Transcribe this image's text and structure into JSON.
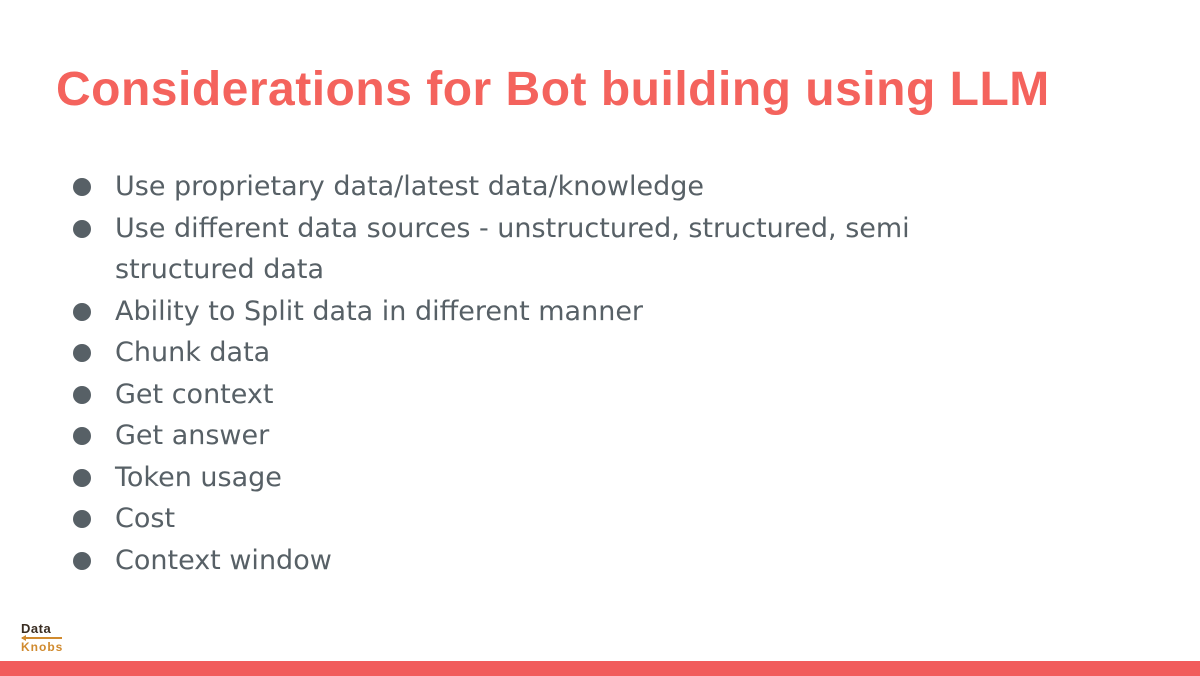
{
  "slide": {
    "title": "Considerations for Bot building using LLM",
    "bullets": [
      "Use proprietary data/latest data/knowledge",
      "Use different data sources - unstructured, structured, semi structured data",
      "Ability to Split data in different manner",
      "Chunk data",
      "Get context",
      "Get answer",
      "Token usage",
      "Cost",
      "Context window"
    ]
  },
  "logo": {
    "line1": "Data",
    "line2": "Knobs"
  },
  "colors": {
    "accent_coral": "#F4635D",
    "footer_bar": "#F15C5C",
    "body_text": "#576066",
    "logo_dark": "#3A2D22",
    "logo_orange": "#D08A2E"
  }
}
